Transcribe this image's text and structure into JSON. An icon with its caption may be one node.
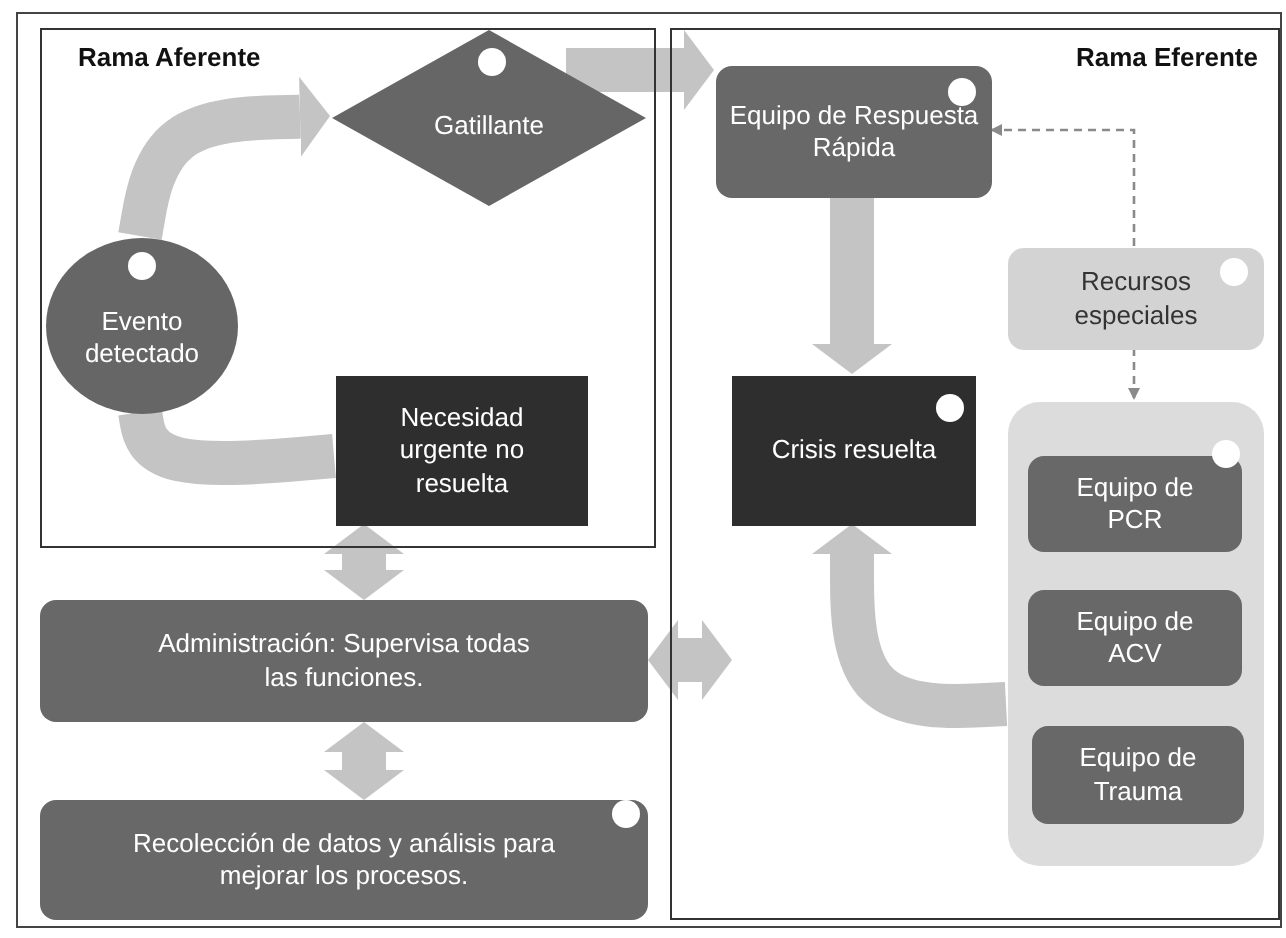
{
  "diagram": {
    "nodes": [
      {
        "text": [
          "Rama Aferente"
        ]
      },
      {
        "text": [
          "Gatillante"
        ],
        "in": 0
      },
      {
        "text": [
          "Evento detectado"
        ],
        "in": 0
      },
      {
        "text": [
          "Necesidad urgente no resuelta"
        ],
        "in": 0
      },
      {
        "text": [
          "Rama Eferente"
        ]
      },
      {
        "text": [
          "Equipo de Respuesta Rápida"
        ],
        "in": 4
      },
      {
        "text": [
          "Recursos especiales"
        ],
        "in": 4
      },
      {
        "text": [
          "Crisis resuelta"
        ],
        "in": 4
      },
      {
        "text": [],
        "shape": "box",
        "in": 4
      },
      {
        "text": [
          "Equipo de PCR"
        ],
        "in": 8
      },
      {
        "text": [
          "Equipo de ACV"
        ],
        "in": 8
      },
      {
        "text": [
          "Equipo de Trauma"
        ],
        "in": 8
      },
      {
        "text": [
          "Administración: Supervisa todas las funciones."
        ]
      },
      {
        "text": [
          "Recolección de datos y análisis para mejorar los procesos."
        ]
      }
    ],
    "edges": [
      {
        "from": 2,
        "to": 1,
        "arrow": "to"
      },
      {
        "from": 3,
        "to": 2,
        "arrow": "none"
      },
      {
        "from": 1,
        "to": 5,
        "arrow": "to"
      },
      {
        "from": 5,
        "to": 7,
        "arrow": "to"
      },
      {
        "from": 6,
        "to": 5,
        "arrow": "to",
        "style": "dashed",
        "color": "#8a8a8a"
      },
      {
        "from": 6,
        "to": 8,
        "arrow": "to",
        "style": "dashed",
        "color": "#8a8a8a"
      },
      {
        "from": 8,
        "to": 7,
        "arrow": "to"
      },
      {
        "from": 3,
        "to": 12,
        "arrow": "both"
      },
      {
        "from": 12,
        "to": 4,
        "arrow": "both"
      },
      {
        "from": 12,
        "to": 13,
        "arrow": "both"
      }
    ]
  }
}
